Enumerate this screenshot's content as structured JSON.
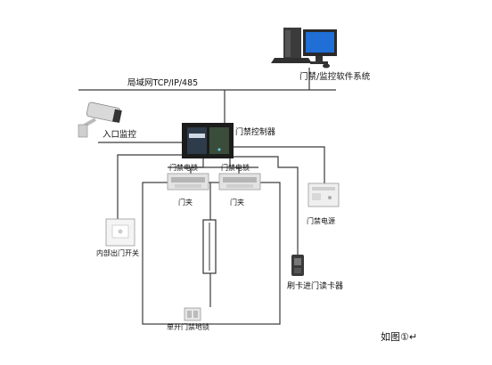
{
  "labels": {
    "network": "局域网TCP/IP/485",
    "software": "门禁/监控软件系统",
    "camera": "入口监控",
    "controller": "门禁控制器",
    "lock_left": "门禁电锁",
    "lock_right": "门禁电锁",
    "door_left": "门夹",
    "door_right": "门夹",
    "exit_switch": "内部出门开关",
    "power_supply": "门禁电源",
    "card_reader": "刷卡进门读卡器",
    "floor_lock": "单开门禁地锁",
    "caption": "如图①↵"
  },
  "colors": {
    "line": "#3a3a3a",
    "monitor_screen": "#1f6fd6",
    "controller_body": "#1c1c1c"
  }
}
